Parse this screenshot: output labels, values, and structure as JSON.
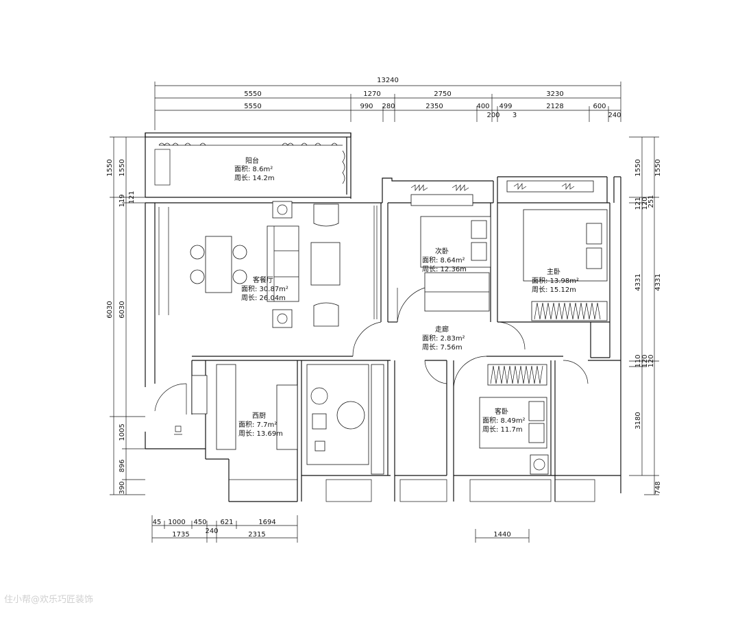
{
  "dimensions": {
    "top_total": "13240",
    "top_row1": [
      "5550",
      "1270",
      "2750",
      "3230"
    ],
    "top_row2": [
      "5550",
      "990",
      "280",
      "2350",
      "400",
      "499",
      "2128",
      "600"
    ],
    "top_row3": [
      "200",
      "3",
      "240"
    ],
    "left_outer": [
      "1550",
      "6030"
    ],
    "left_inner": [
      "1550",
      "121",
      "119",
      "6030",
      "1005",
      "896",
      "390"
    ],
    "right_inner": [
      "1550",
      "121",
      "120",
      "251",
      "4331",
      "110",
      "120",
      "120",
      "3180"
    ],
    "right_outer": [
      "1550",
      "4331",
      "748"
    ],
    "bottom_row1": [
      "45",
      "1000",
      "450",
      "621",
      "1694"
    ],
    "bottom_row1b": "240",
    "bottom_row2": [
      "1735",
      "2315"
    ],
    "bottom_right": "1440"
  },
  "rooms": {
    "balcony": {
      "name": "阳台",
      "area": "面积: 8.6m²",
      "perimeter": "周长: 14.2m"
    },
    "living": {
      "name": "客餐厅",
      "area": "面积: 30.87m²",
      "perimeter": "周长: 26.04m"
    },
    "second_bedroom": {
      "name": "次卧",
      "area": "面积: 8.64m²",
      "perimeter": "周长: 12.36m"
    },
    "master_bedroom": {
      "name": "主卧",
      "area": "面积: 13.98m²",
      "perimeter": "周长: 15.12m"
    },
    "corridor": {
      "name": "走廊",
      "area": "面积: 2.83m²",
      "perimeter": "周长: 7.56m"
    },
    "kitchen": {
      "name": "西厨",
      "area": "面积: 7.7m²",
      "perimeter": "周长: 13.69m"
    },
    "guest_bedroom": {
      "name": "客卧",
      "area": "面积: 8.49m²",
      "perimeter": "周长: 11.7m"
    }
  },
  "watermark": "住小帮@欢乐巧匠装饰",
  "colors": {
    "line": "#111111",
    "background": "#ffffff",
    "watermark": "#d0d0d0"
  }
}
